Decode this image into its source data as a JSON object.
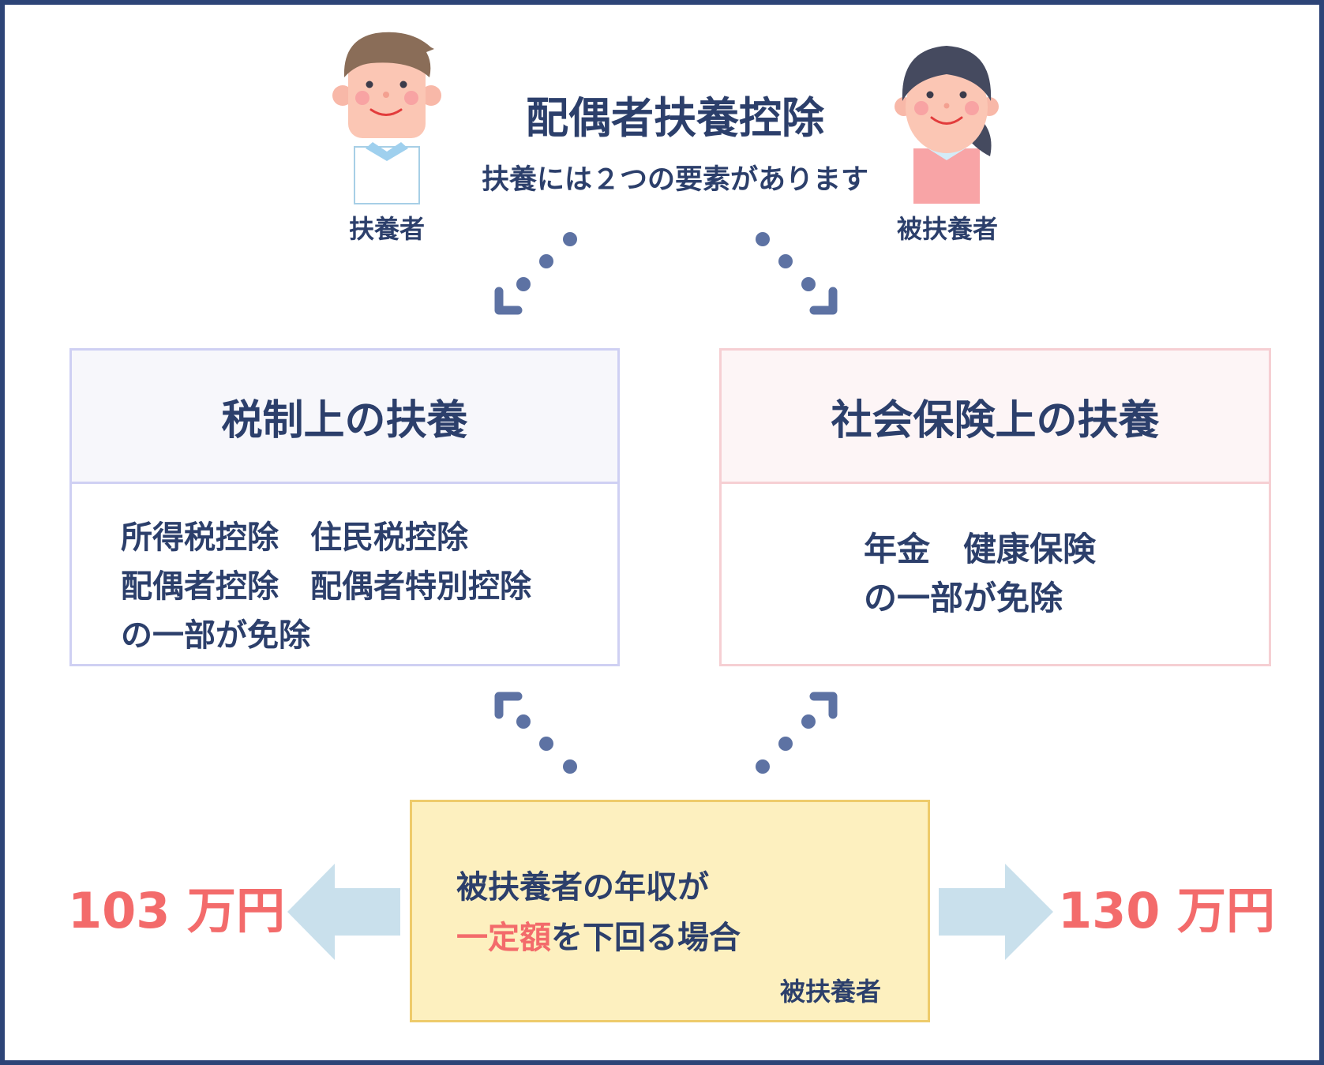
{
  "header": {
    "title": "配偶者扶養控除",
    "subtitle": "扶養には２つの要素があります",
    "supporter_label": "扶養者",
    "dependent_label": "被扶養者"
  },
  "tax_box": {
    "title": "税制上の扶養",
    "lines": [
      "所得税控除　住民税控除",
      "配偶者控除　配偶者特別控除",
      "の一部が免除"
    ]
  },
  "social_box": {
    "title": "社会保険上の扶養",
    "lines": [
      "年金　健康保険",
      "の一部が免除"
    ]
  },
  "condition_box": {
    "line1": "被扶養者の年収が",
    "highlight": "一定額",
    "line2_rest": "を下回る場合",
    "person_label": "被扶養者"
  },
  "thresholds": {
    "left": "103 万円",
    "right": "130 万円"
  },
  "colors": {
    "navy": "#2c3f6b",
    "accent_red": "#f36b6b",
    "tax_border": "#cfd0f3",
    "social_border": "#f6cfd3",
    "condition_bg": "#fdf0bf",
    "arrow_blue": "#c9e0ec",
    "dot_blue": "#5d72a3"
  }
}
